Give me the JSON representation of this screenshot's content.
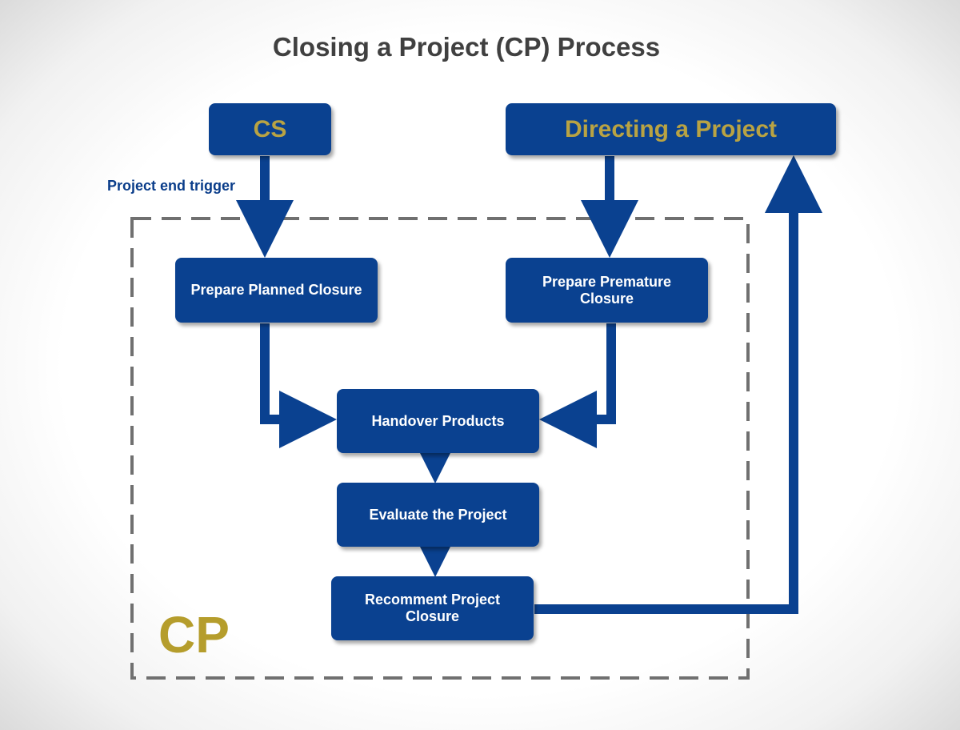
{
  "title": "Closing a Project (CP) Process",
  "external": {
    "cs": "CS",
    "directing": "Directing a Project"
  },
  "trigger_label": "Project end trigger",
  "processes": {
    "planned": "Prepare Planned Closure",
    "premature": "Prepare Premature Closure",
    "handover": "Handover Products",
    "evaluate": "Evaluate the Project",
    "recommend": "Recomment Project Closure"
  },
  "boundary_label": "CP",
  "colors": {
    "box": "#0a4190",
    "arrow": "#0a4190",
    "accent_gold": "#b9a343",
    "boundary": "#707070"
  }
}
